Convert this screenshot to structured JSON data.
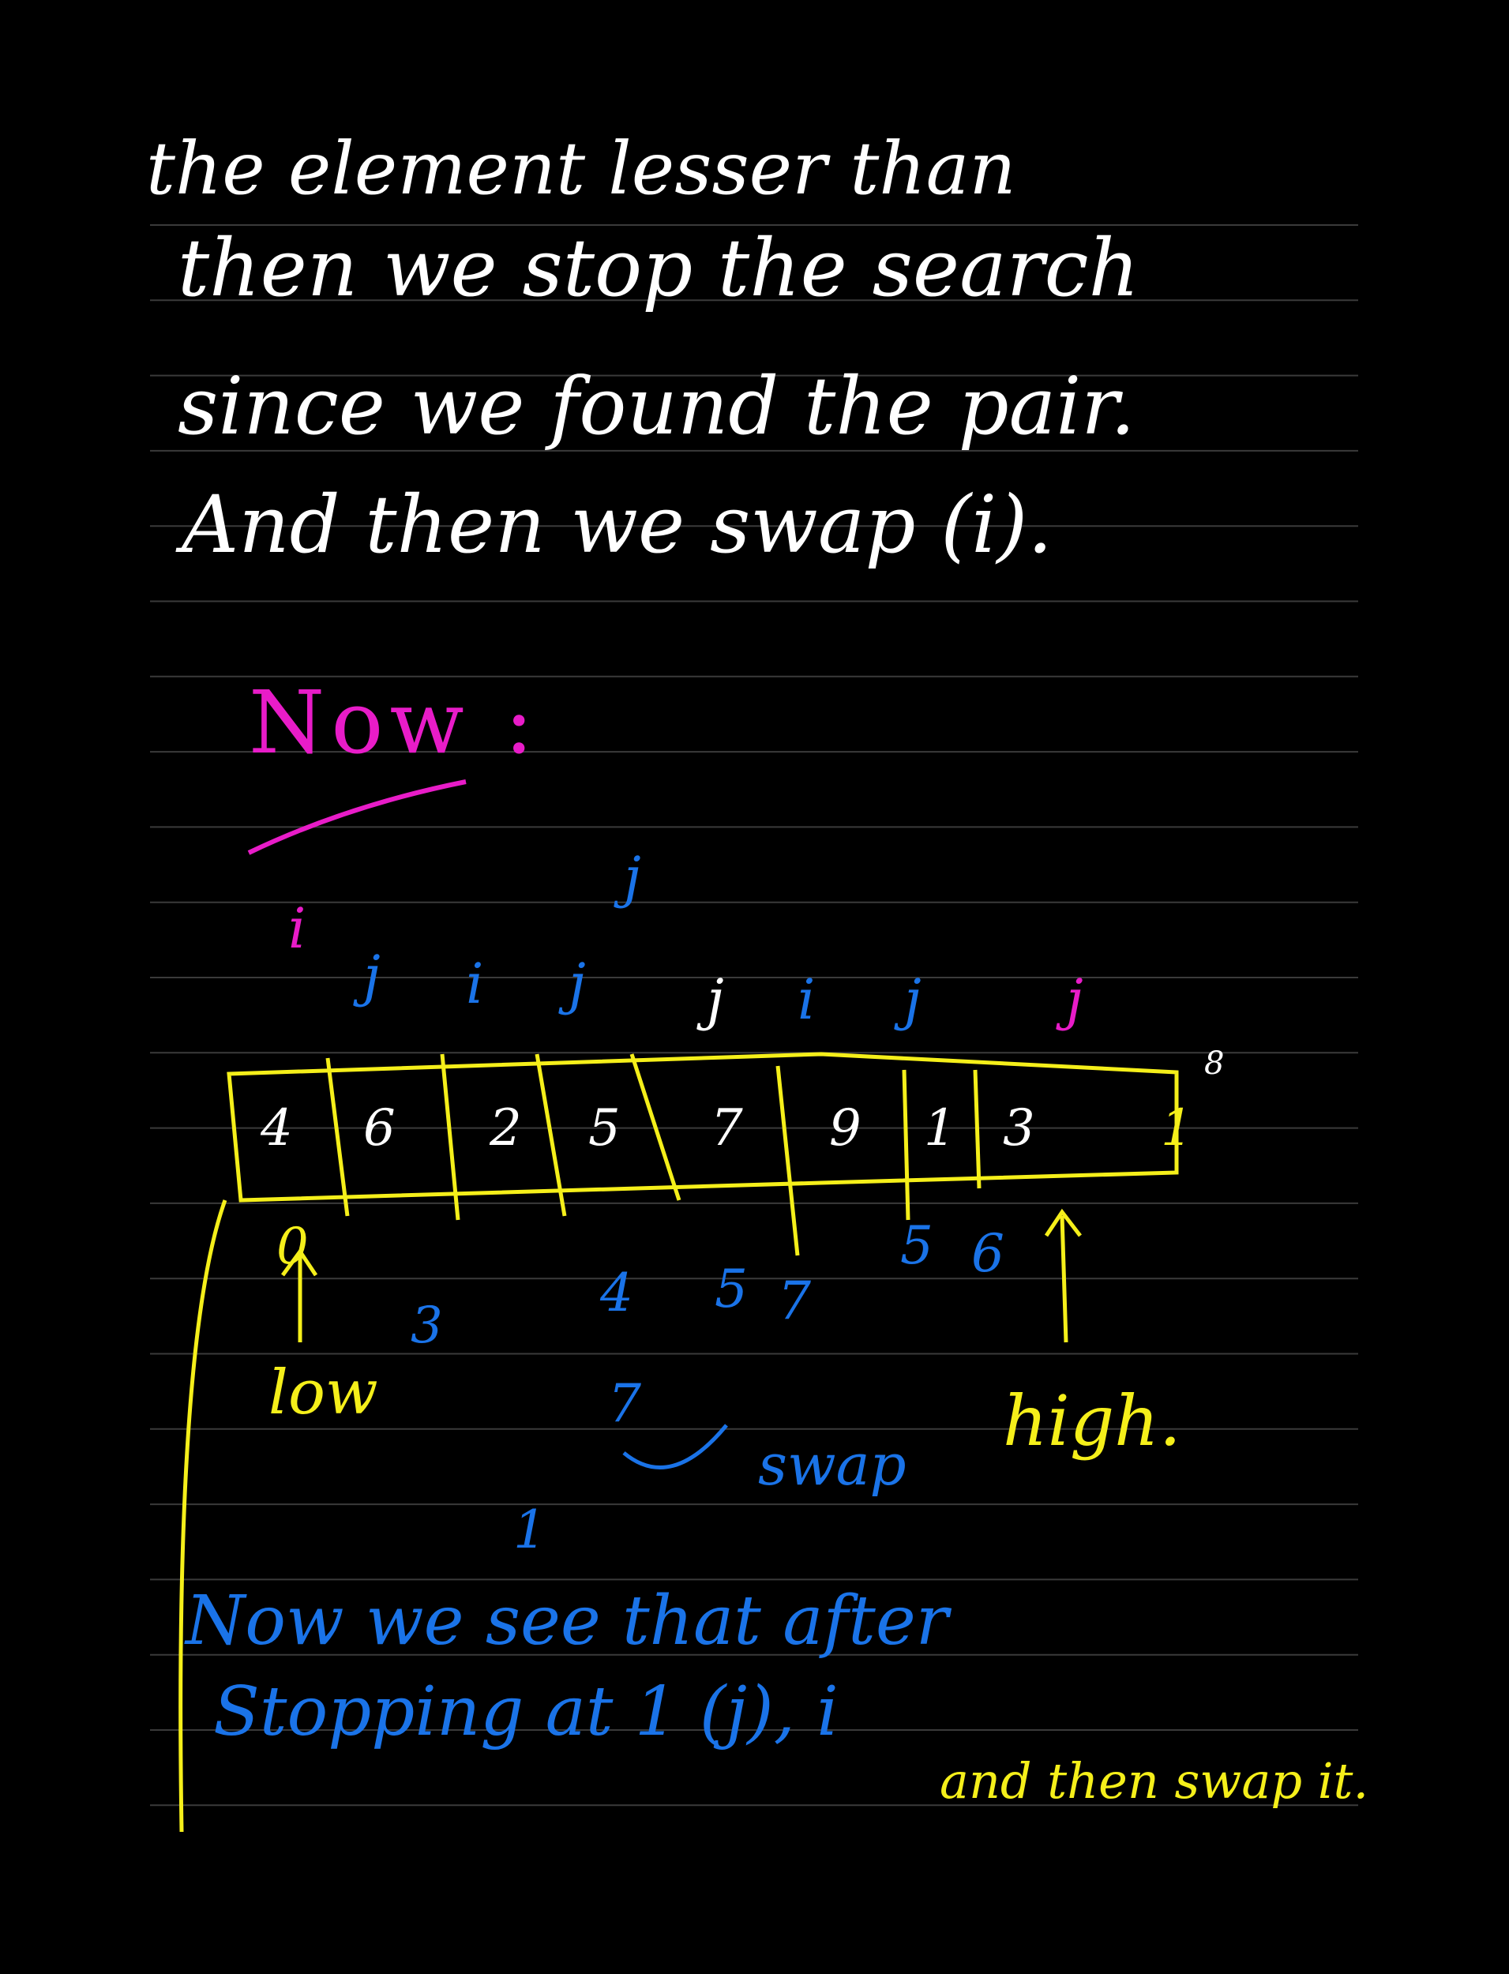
{
  "notes": {
    "line1": "the element lesser than",
    "line2": "then we stop the search",
    "line3": "since we found the pair.",
    "line4": "And then we swap (i)."
  },
  "heading": "Now :",
  "array": {
    "cells": [
      "4",
      "6",
      "2",
      "5",
      "7",
      "9",
      "1",
      "3",
      "1"
    ],
    "indices": [
      "0",
      "3",
      "8"
    ],
    "pointers": [
      "i",
      "j",
      "i",
      "j",
      "j",
      "i",
      "j",
      "j",
      "j"
    ],
    "below_cells": [
      "4",
      "5",
      "6",
      "5",
      "7",
      "7",
      "1"
    ],
    "low_label": "low",
    "high_label": "high.",
    "swap_label": "swap"
  },
  "conclusion": {
    "line1": "Now we see that after",
    "line2": "Stopping at 1 (j), i",
    "line3": "and then swap it."
  },
  "colors": {
    "background": "#000000",
    "ink_white": "#ffffff",
    "ink_blue": "#1a73e8",
    "ink_yellow": "#f5ef1a",
    "ink_magenta": "#e81cc8",
    "rule_line": "#3a3a3a"
  }
}
